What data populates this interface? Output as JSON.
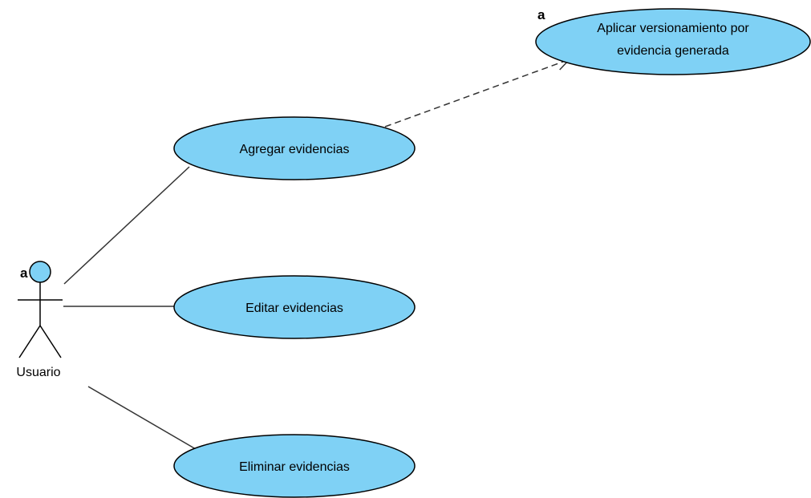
{
  "colors": {
    "usecase_fill": "#7fd1f5",
    "stroke": "#000000",
    "line": "#333333"
  },
  "actor": {
    "name": "Usuario",
    "marker": "a",
    "icon": "stick-figure-actor-icon"
  },
  "use_cases": [
    {
      "id": "agregar",
      "label_lines": [
        "Agregar evidencias"
      ]
    },
    {
      "id": "editar",
      "label_lines": [
        "Editar evidencias"
      ]
    },
    {
      "id": "eliminar",
      "label_lines": [
        "Eliminar evidencias"
      ]
    },
    {
      "id": "versionamiento",
      "label_lines": [
        "Aplicar versionamiento por",
        "evidencia generada"
      ],
      "marker": "a"
    }
  ],
  "relations": [
    {
      "from": "actor",
      "to": "agregar",
      "type": "association"
    },
    {
      "from": "actor",
      "to": "editar",
      "type": "association"
    },
    {
      "from": "actor",
      "to": "eliminar",
      "type": "association"
    },
    {
      "from": "agregar",
      "to": "versionamiento",
      "type": "dependency"
    }
  ]
}
